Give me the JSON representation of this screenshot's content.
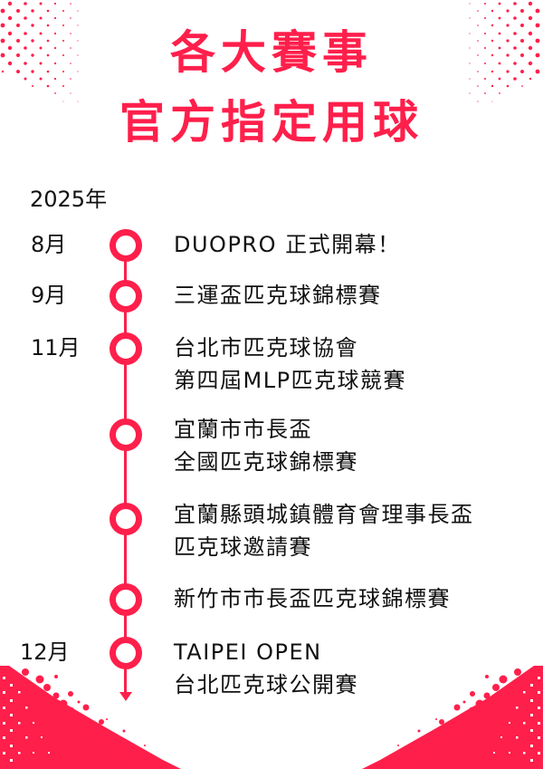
{
  "title": {
    "line1": "各大賽事",
    "line2": "官方指定用球"
  },
  "year": "2025年",
  "accent_color": "#FF1F4B",
  "timeline": [
    {
      "month": "8月",
      "lines": [
        "DUOPRO 正式開幕！"
      ]
    },
    {
      "month": "9月",
      "lines": [
        "三運盃匹克球錦標賽"
      ]
    },
    {
      "month": "11月",
      "lines": [
        "台北市匹克球協會",
        "第四屆MLP匹克球競賽"
      ]
    },
    {
      "month": "",
      "lines": [
        "宜蘭市市長盃",
        "全國匹克球錦標賽"
      ]
    },
    {
      "month": "",
      "lines": [
        "宜蘭縣頭城鎮體育會理事長盃",
        "匹克球邀請賽"
      ]
    },
    {
      "month": "",
      "lines": [
        "新竹市市長盃匹克球錦標賽"
      ]
    },
    {
      "month": "12月",
      "lines": [
        "TAIPEI OPEN",
        "台北匹克球公開賽"
      ]
    }
  ]
}
